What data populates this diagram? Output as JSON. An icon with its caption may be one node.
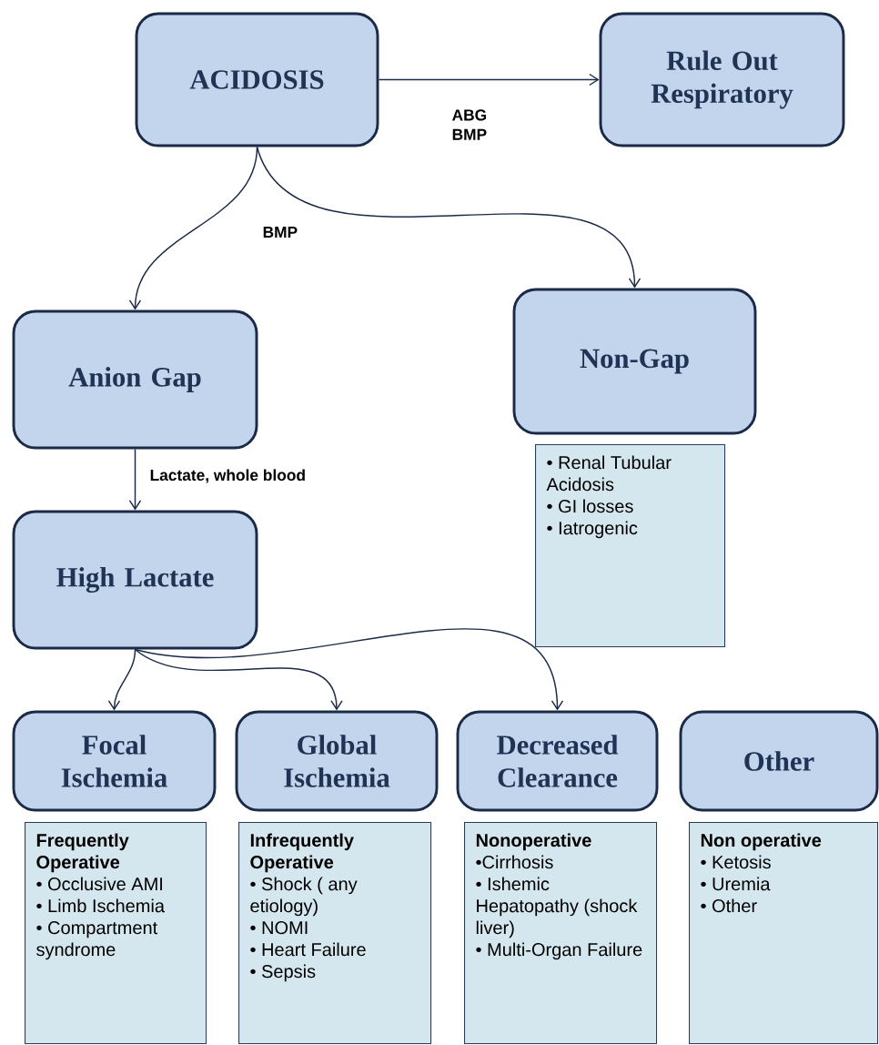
{
  "diagram": {
    "nodes": [
      {
        "text": [
          "ACIDOSIS"
        ]
      },
      {
        "text": [
          "Rule Out Respiratory"
        ]
      },
      {
        "text": [
          "Anion Gap"
        ]
      },
      {
        "text": [
          "Non-Gap"
        ]
      },
      {
        "text": [
          "• Renal Tubular Acidosis",
          "• GI losses",
          "• Iatrogenic"
        ]
      },
      {
        "text": [
          "High Lactate"
        ]
      },
      {
        "text": [
          "Focal Ischemia"
        ]
      },
      {
        "text": [
          "Global Ischemia"
        ]
      },
      {
        "text": [
          "Decreased Clearance"
        ]
      },
      {
        "text": [
          "Other"
        ]
      },
      {
        "text": [
          "Frequently Operative",
          "• Occlusive AMI",
          "• Limb Ischemia",
          "• Compartment syndrome"
        ]
      },
      {
        "text": [
          "Infrequently Operative",
          "• Shock ( any etiology)",
          "• NOMI",
          "• Heart Failure",
          "• Sepsis"
        ]
      },
      {
        "text": [
          "Nonoperative",
          "•Cirrhosis",
          "• Ishemic Hepatopathy (shock liver)",
          "• Multi-Organ Failure"
        ]
      },
      {
        "text": [
          "Non operative",
          "• Ketosis",
          "• Uremia",
          "• Other"
        ]
      }
    ],
    "edges": [
      {
        "from": 0,
        "to": 1,
        "arrow": "to",
        "label": "ABG BMP"
      },
      {
        "from": 0,
        "to": 2,
        "arrow": "to",
        "label": "BMP"
      },
      {
        "from": 0,
        "to": 3,
        "arrow": "to"
      },
      {
        "from": 2,
        "to": 5,
        "arrow": "to",
        "label": "Lactate, whole blood"
      },
      {
        "from": 5,
        "to": 6,
        "arrow": "to"
      },
      {
        "from": 5,
        "to": 7,
        "arrow": "to"
      },
      {
        "from": 5,
        "to": 8,
        "arrow": "to"
      }
    ]
  }
}
